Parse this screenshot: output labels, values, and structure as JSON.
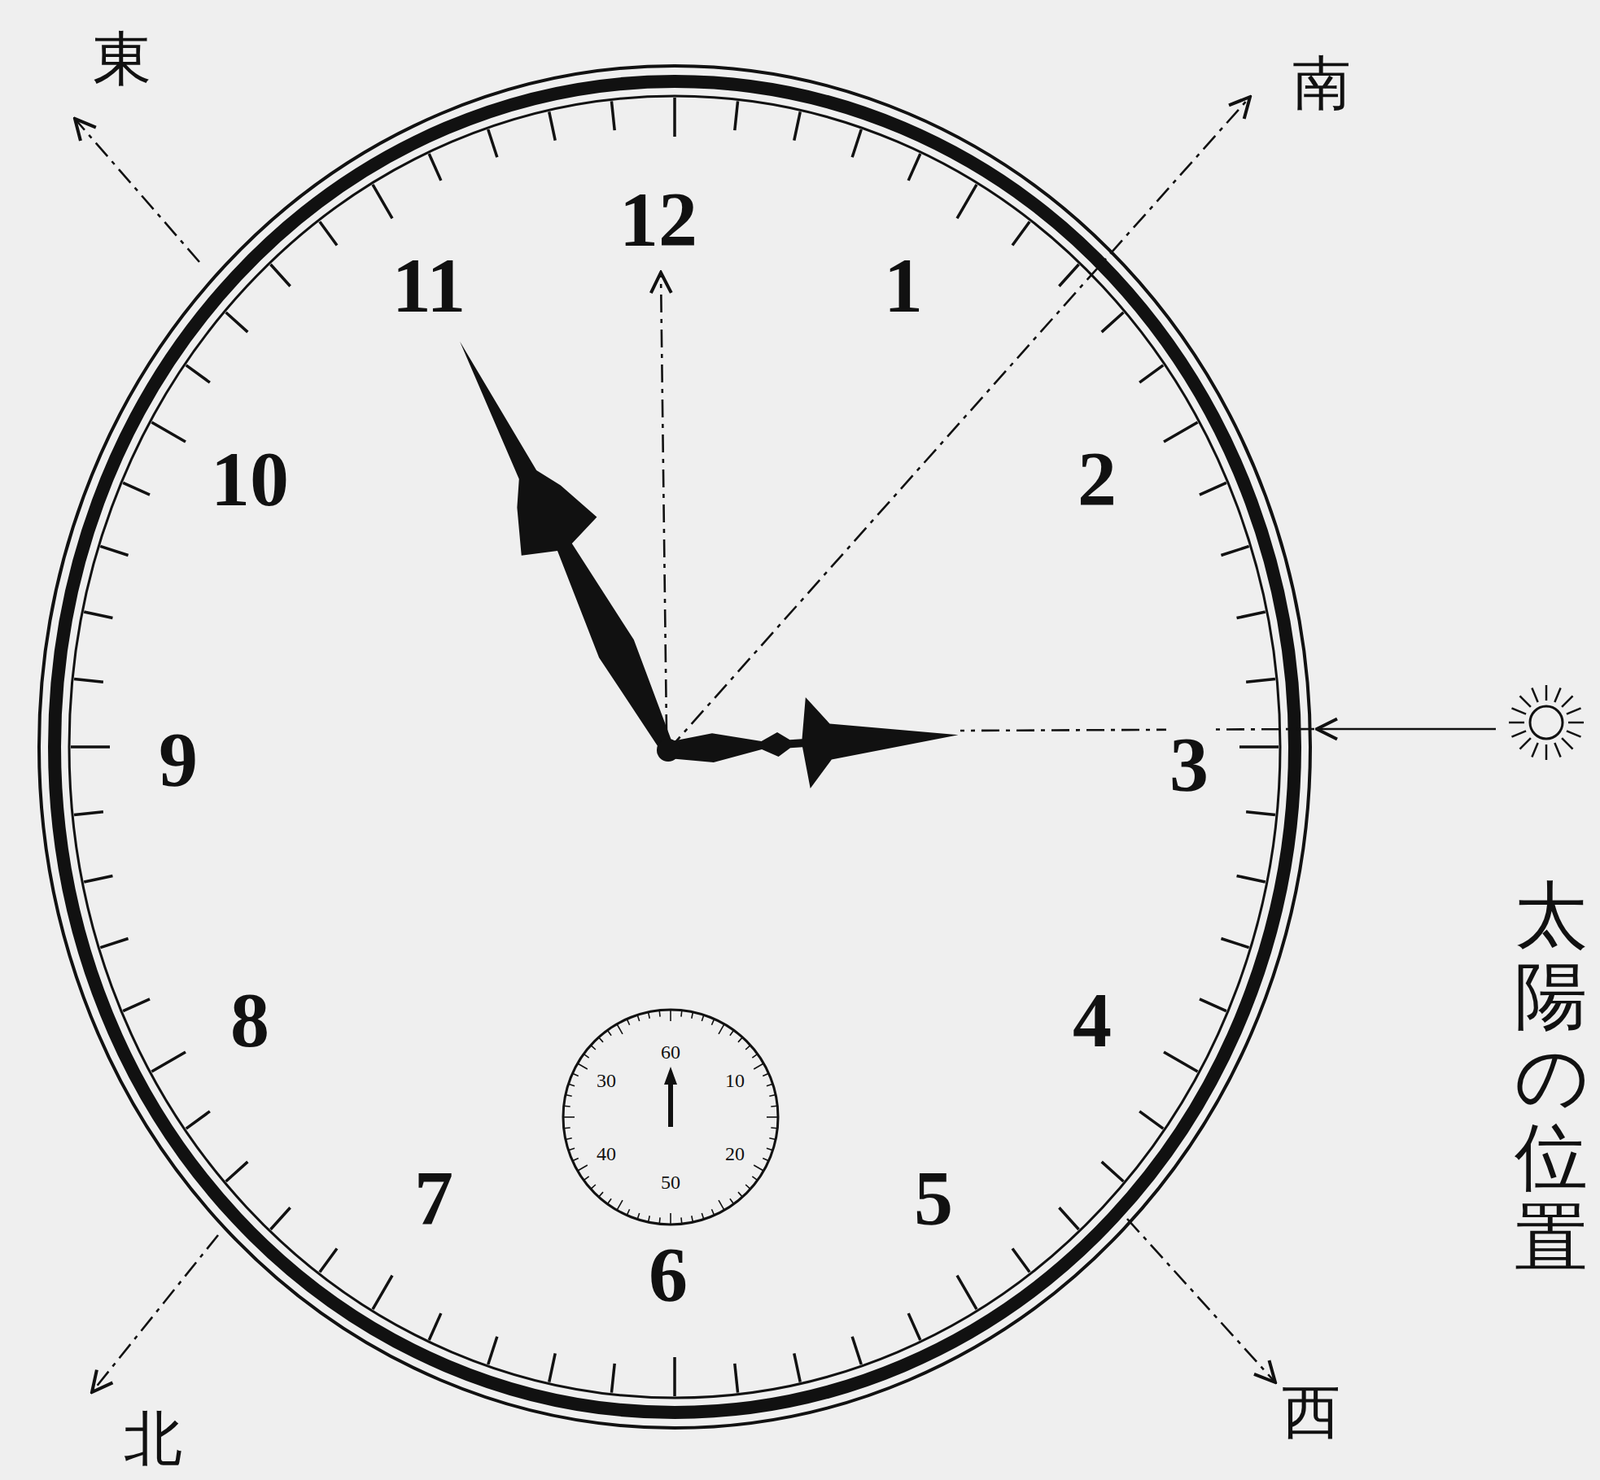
{
  "diagram": {
    "labels": [
      "東",
      "南",
      "12",
      "11",
      "1",
      "10",
      "2",
      "9",
      "3",
      "8",
      "4",
      "7",
      "5",
      "6",
      "60",
      "30",
      "10",
      "40",
      "20",
      "50",
      "北",
      "西",
      "太陽の位置"
    ]
  }
}
